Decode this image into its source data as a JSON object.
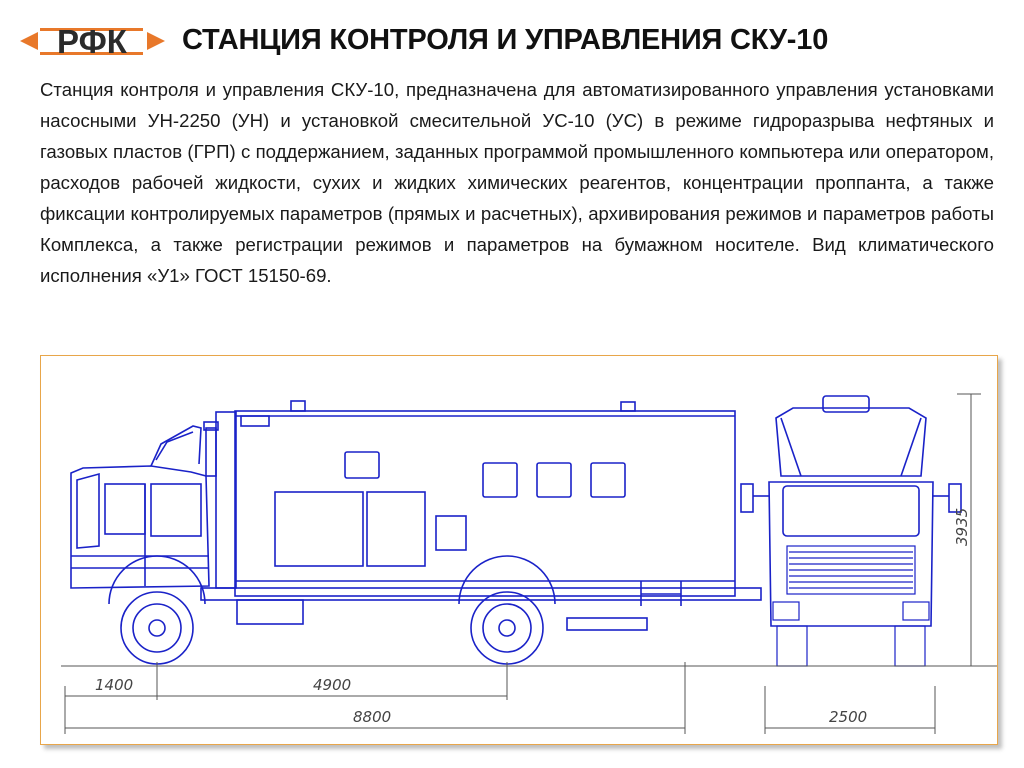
{
  "logo": {
    "text": "РФК"
  },
  "title": "СТАНЦИЯ КОНТРОЛЯ И УПРАВЛЕНИЯ СКУ-10",
  "description": "Станция контроля и управления СКУ-10, предназначена для автоматизированного управления установками насосными УН-2250 (УН) и установкой смесительной УС-10 (УС) в режиме гидроразрыва нефтяных и газовых пластов (ГРП) с поддержанием, заданных программой промышленного компьютера или оператором, расходов рабочей жидкости, сухих и жидких химических реагентов, концентрации проппанта, а также фиксации контролируемых параметров (прямых и расчетных), архивирования режимов и параметров работы Комплекса, а также регистрации режимов и параметров на бумажном носителе. Вид климатического исполнения «У1» ГОСТ 15150-69.",
  "drawing": {
    "dimensions": {
      "front_overhang": "1400",
      "wheelbase": "4900",
      "overall_length": "8800",
      "height": "3935",
      "width": "2500"
    }
  },
  "colors": {
    "logo_orange": "#e8782a",
    "logo_text": "#2b2b2b",
    "drawing_blue": "#1a22c8",
    "frame_border": "#e8a64a"
  }
}
